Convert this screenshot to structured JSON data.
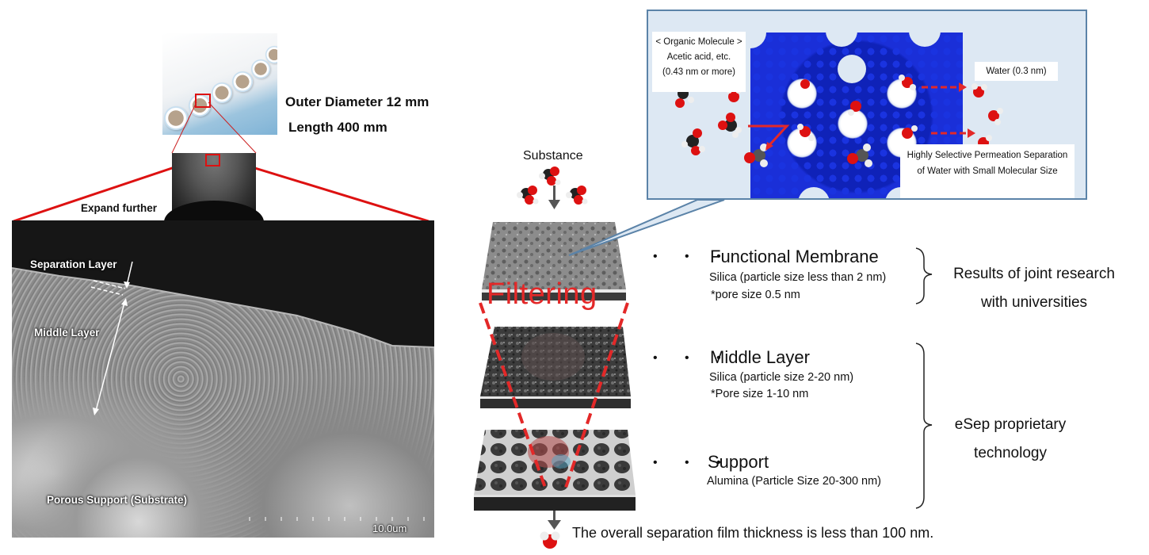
{
  "product": {
    "outer_diameter": "Outer Diameter 12 mm",
    "length": "Length 400 mm",
    "expand_label": "Expand further"
  },
  "sem_image": {
    "separation_layer_label": "Separation Layer",
    "middle_layer_label": "Middle Layer",
    "porous_support_label": "Porous Support (Substrate)",
    "scale_bar": "10.0um"
  },
  "process": {
    "substance_label": "Substance",
    "filtering_label": "Filtering",
    "result_note": "The overall separation film thickness is less than 100 nm."
  },
  "callout": {
    "organic_molecule": {
      "title": "< Organic Molecule >",
      "example": "Acetic acid, etc.",
      "size": "(0.43 nm or more)"
    },
    "water": "Water (0.3 nm)",
    "selective_note_line1": "Highly Selective Permeation Separation",
    "selective_note_line2": "of Water with Small Molecular Size"
  },
  "layers": [
    {
      "name": "Functional Membrane",
      "material": "Silica (particle size less than 2 nm)",
      "pore": "*pore size 0.5 nm"
    },
    {
      "name": "Middle Layer",
      "material": "Silica (particle size 2-20 nm)",
      "pore": "*Pore size 1-10 nm"
    },
    {
      "name": "Support",
      "material": "Alumina (Particle Size 20-300 nm)",
      "pore": ""
    }
  ],
  "groups": [
    {
      "line1": "Results of joint research",
      "line2": "with universities"
    },
    {
      "line1": "eSep proprietary",
      "line2": "technology"
    }
  ],
  "bullet_dots": "• • •",
  "colors": {
    "highlight_red": "#e32828",
    "lattice_blue": "#1a2fd8",
    "callout_bg": "#dde8f3",
    "callout_border": "#5b83a8"
  }
}
